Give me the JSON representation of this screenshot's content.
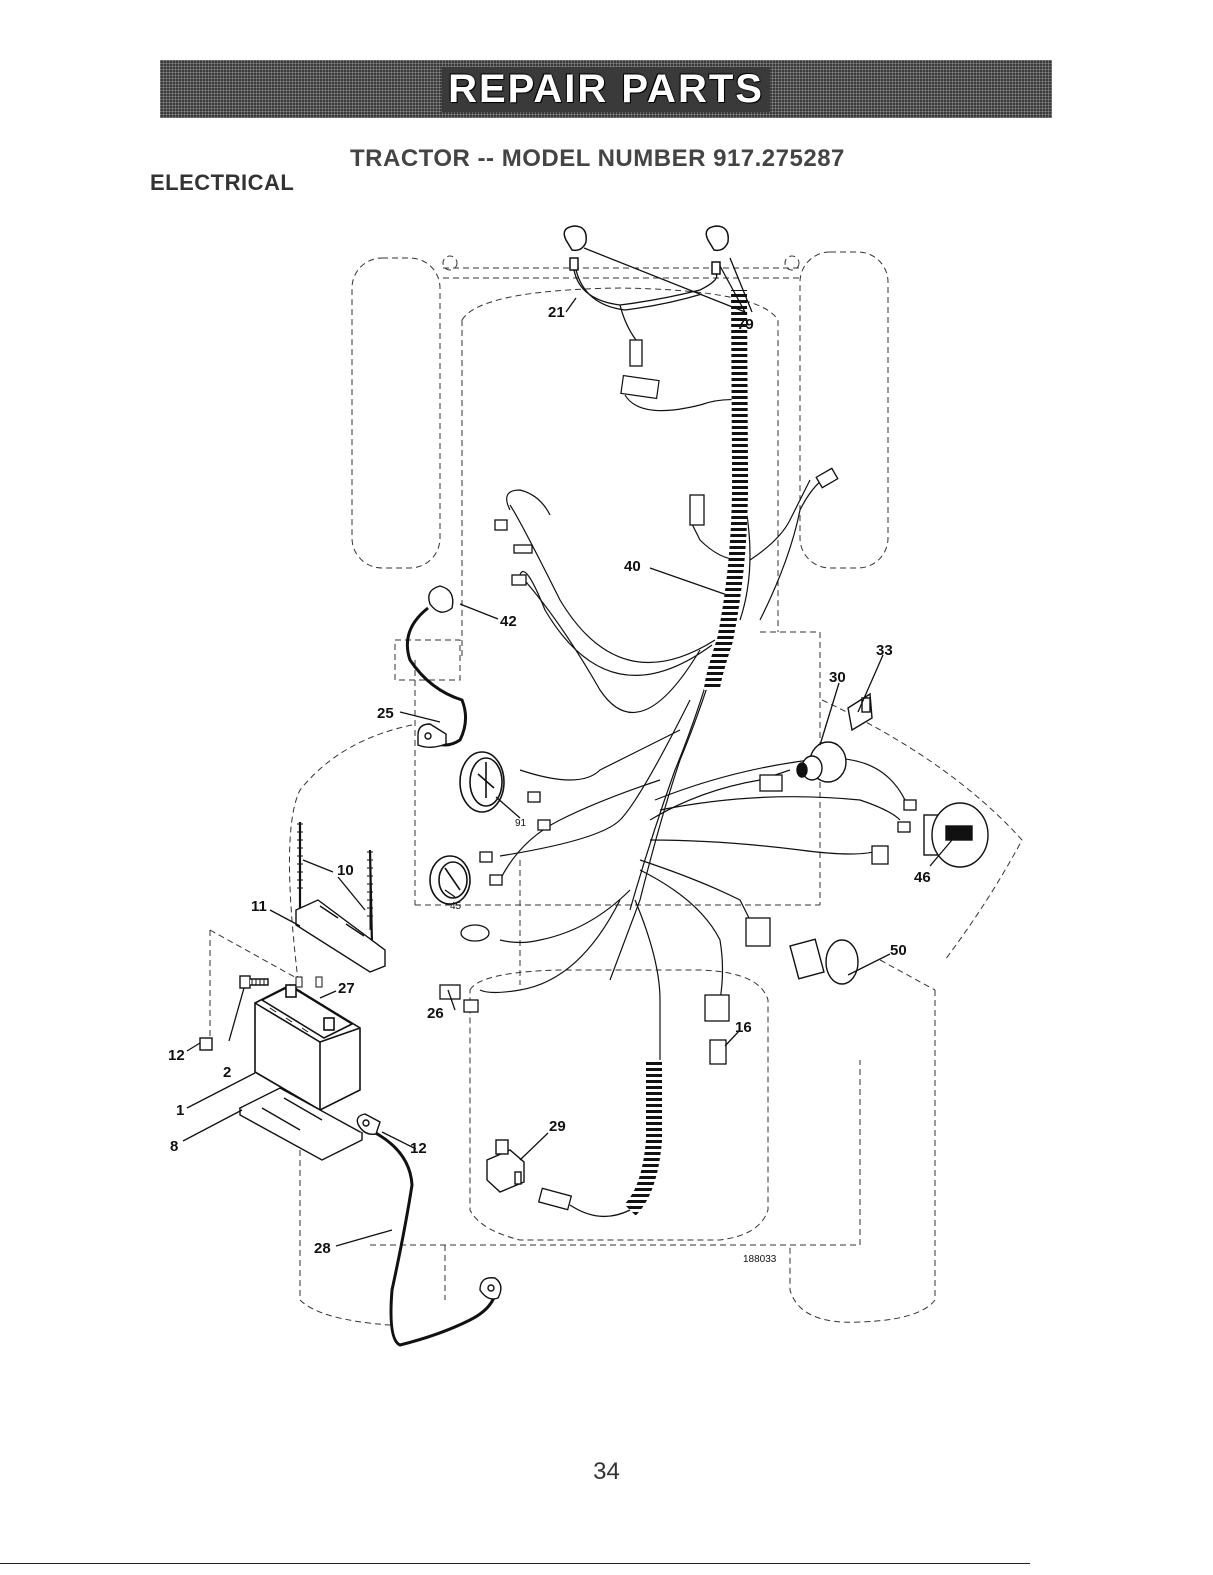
{
  "header": {
    "banner": "REPAIR PARTS",
    "model_title": "TRACTOR -- MODEL NUMBER 917.275287",
    "section": "ELECTRICAL"
  },
  "diagram": {
    "figure_number": "188033",
    "callouts": [
      "21",
      "79",
      "40",
      "42",
      "33",
      "30",
      "25",
      "91",
      "46",
      "10",
      "11",
      "45",
      "50",
      "27",
      "26",
      "16",
      "12",
      "2",
      "1",
      "8",
      "29",
      "12",
      "28"
    ]
  },
  "footer": {
    "page_number": "34"
  }
}
